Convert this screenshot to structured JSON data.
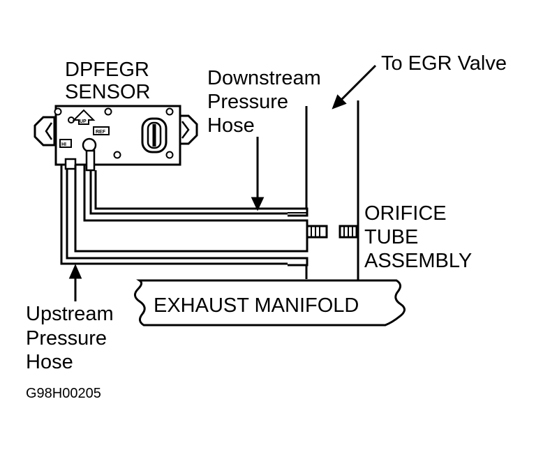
{
  "labels": {
    "sensor_line1": "DPFEGR",
    "sensor_line2": "SENSOR",
    "downstream_line1": "Downstream",
    "downstream_line2": "Pressure",
    "downstream_line3": "Hose",
    "egr_valve": "To EGR Valve",
    "orifice_line1": "ORIFICE",
    "orifice_line2": "TUBE",
    "orifice_line3": "ASSEMBLY",
    "exhaust_manifold": "EXHAUST MANIFOLD",
    "upstream_line1": "Upstream",
    "upstream_line2": "Pressure",
    "upstream_line3": "Hose",
    "figure_code": "G98H00205"
  },
  "sensor_marks": {
    "up": "UP",
    "ref": "REF",
    "hi": "HI"
  }
}
